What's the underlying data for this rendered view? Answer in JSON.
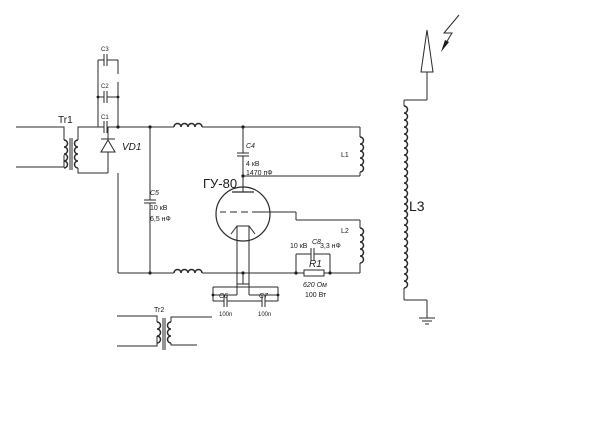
{
  "components": {
    "tr1": {
      "ref": "Tr1"
    },
    "tr2": {
      "ref": "Tr2"
    },
    "vd1": {
      "ref": "VD1"
    },
    "c1": {
      "ref": "C1"
    },
    "c2": {
      "ref": "C2"
    },
    "c3": {
      "ref": "C3"
    },
    "c4": {
      "ref": "C4",
      "voltage": "4 кВ",
      "capacitance": "1470 пФ"
    },
    "c5": {
      "ref": "C5",
      "voltage": "10 кВ",
      "capacitance": "6,5 нФ"
    },
    "c6": {
      "ref": "C6",
      "value": "100n"
    },
    "c7": {
      "ref": "C7",
      "value": "100n"
    },
    "c8": {
      "ref": "C8",
      "voltage": "10 кВ",
      "capacitance": "3,3 нФ"
    },
    "r1": {
      "ref": "R1",
      "resistance": "620 Ом",
      "power": "100 Вт"
    },
    "tube": {
      "ref": "ГУ-80"
    },
    "l1": {
      "ref": "L1"
    },
    "l2": {
      "ref": "L2"
    },
    "l3": {
      "ref": "L3"
    }
  },
  "colors": {
    "line": "#2a2a2a",
    "background": "#ffffff"
  },
  "icons": {
    "antenna": "antenna-arrow-icon",
    "lightning": "lightning-icon",
    "ground": "ground-icon"
  }
}
